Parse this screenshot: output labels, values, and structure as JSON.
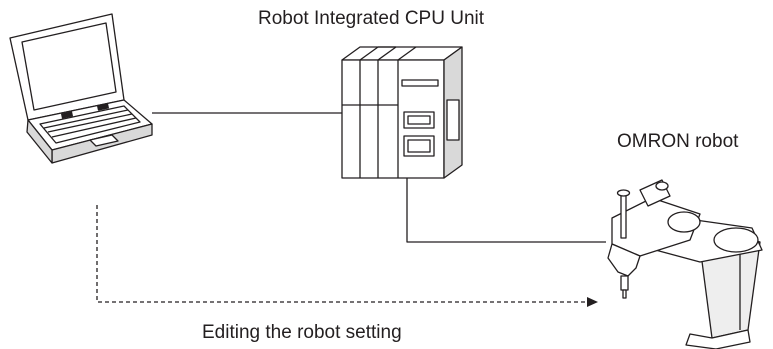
{
  "labels": {
    "cpu_unit": "Robot Integrated CPU Unit",
    "robot": "OMRON robot",
    "edit_flow": "Editing the robot setting"
  },
  "colors": {
    "line": "#231f20",
    "device_fill": "#ffffff",
    "device_shade": "#d9d9d9",
    "robot_fill": "#eeeeee"
  }
}
